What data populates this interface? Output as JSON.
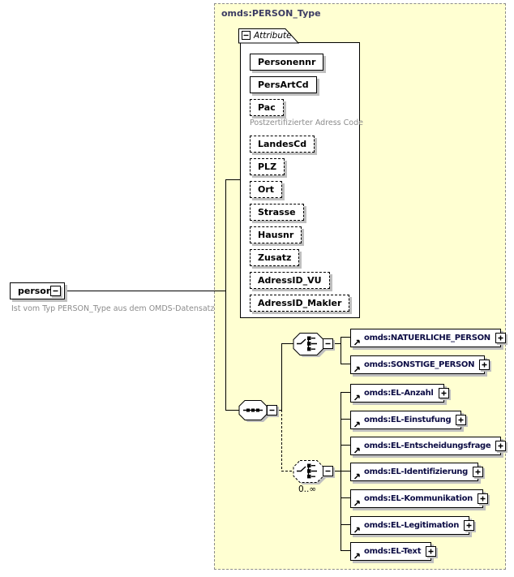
{
  "diagram": {
    "root": {
      "label": "person",
      "note": "Ist vom Typ PERSON_Type aus dem OMDS-Datensatz"
    },
    "type_frame": {
      "title": "omds:PERSON_Type"
    },
    "attribute_group": {
      "title": "Attribute",
      "items": [
        {
          "name": "Personennr",
          "use": "required"
        },
        {
          "name": "PersArtCd",
          "use": "required"
        },
        {
          "name": "Pac",
          "use": "optional",
          "annotation": "Postzertifizierter Adress Code"
        },
        {
          "name": "LandesCd",
          "use": "optional"
        },
        {
          "name": "PLZ",
          "use": "optional"
        },
        {
          "name": "Ort",
          "use": "optional"
        },
        {
          "name": "Strasse",
          "use": "optional"
        },
        {
          "name": "Hausnr",
          "use": "optional"
        },
        {
          "name": "Zusatz",
          "use": "optional"
        },
        {
          "name": "AdressID_VU",
          "use": "optional"
        },
        {
          "name": "AdressID_Makler",
          "use": "optional"
        }
      ]
    },
    "content_model": {
      "sequence_connector": "sequence",
      "person_choice": {
        "connector": "choice",
        "elements": [
          {
            "label": "omds:NATUERLICHE_PERSON"
          },
          {
            "label": "omds:SONSTIGE_PERSON"
          }
        ]
      },
      "el_choice": {
        "connector": "choice",
        "occurrence": "0..∞",
        "elements": [
          {
            "label": "omds:EL-Anzahl"
          },
          {
            "label": "omds:EL-Einstufung"
          },
          {
            "label": "omds:EL-Entscheidungsfrage"
          },
          {
            "label": "omds:EL-Identifizierung"
          },
          {
            "label": "omds:EL-Kommunikation"
          },
          {
            "label": "omds:EL-Legitimation"
          },
          {
            "label": "omds:EL-Text"
          }
        ]
      }
    },
    "colors": {
      "frame_bg": "#FFFFD2",
      "frame_border": "#8C8C8C",
      "element_text": "#0D0D45",
      "title_text": "#3B3B63",
      "shadow": "#BFBFBF"
    }
  }
}
